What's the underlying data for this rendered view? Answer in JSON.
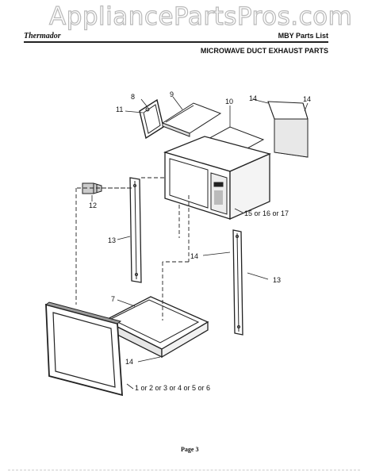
{
  "watermark": "AppliancePartsPros.com",
  "header": {
    "brand": "Thermador",
    "parts_list": "MBY Parts List",
    "section_title": "MICROWAVE DUCT EXHAUST PARTS"
  },
  "callouts": {
    "c8": "8",
    "c9": "9",
    "c10": "10",
    "c11": "11",
    "c14a": "14",
    "c14b": "14",
    "c12": "12",
    "c13a": "13",
    "c15": "15 or 16 or 17",
    "c14c": "14",
    "c13b": "13",
    "c7": "7",
    "c14d": "14",
    "c1": "1 or 2 or 3 or 4 or 5 or 6"
  },
  "footer": {
    "page": "Page 3"
  }
}
